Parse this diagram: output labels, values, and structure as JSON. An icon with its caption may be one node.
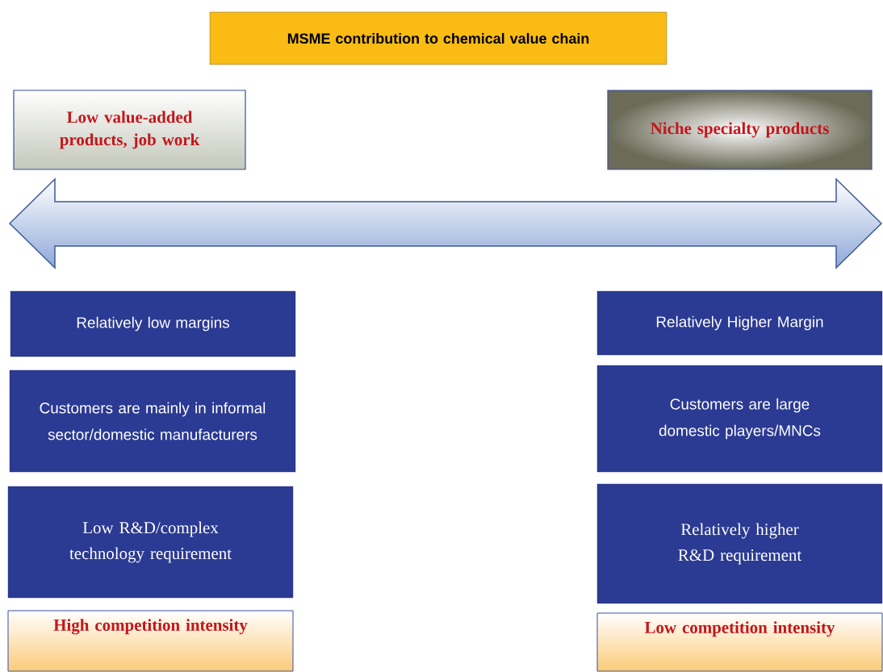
{
  "diagram": {
    "nodes": [
      {
        "text": [
          "MSME contribution to chemical value chain"
        ]
      },
      {
        "text": [
          "Low value-added products, job work"
        ]
      },
      {
        "text": [
          "Niche specialty products"
        ]
      },
      {
        "text": [],
        "shape": "arrow"
      },
      {
        "text": [
          "Relatively low margins"
        ]
      },
      {
        "text": [
          "Customers are mainly in informal sector/domestic manufacturers"
        ]
      },
      {
        "text": [
          "Low R&D/complex technology requirement"
        ]
      },
      {
        "text": [
          "High competition intensity"
        ]
      },
      {
        "text": [
          "Relatively Higher Margin"
        ]
      },
      {
        "text": [
          "Customers are large domestic players/MNCs"
        ]
      },
      {
        "text": [
          "Relatively higher R&D requirement"
        ]
      },
      {
        "text": [
          "Low competition intensity"
        ]
      }
    ]
  }
}
